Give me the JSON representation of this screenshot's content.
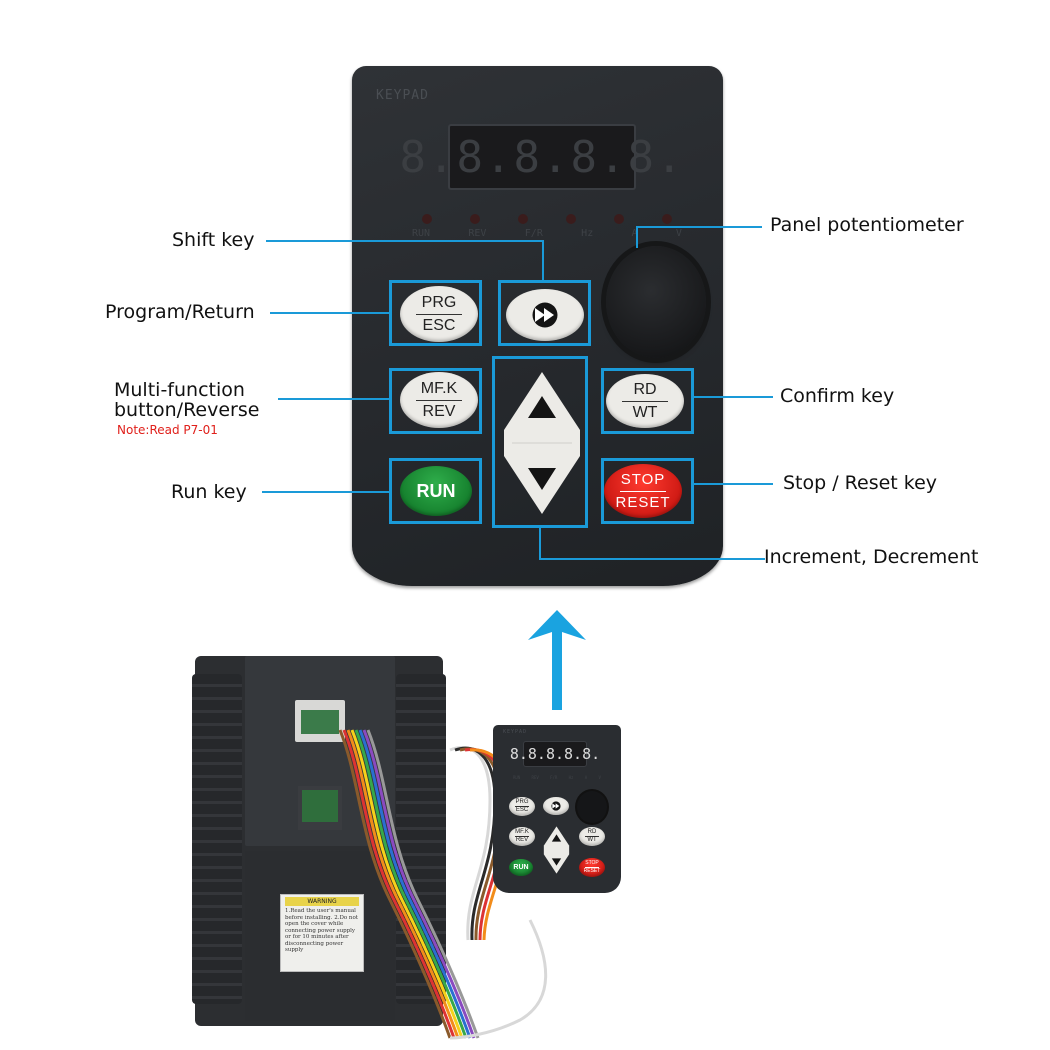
{
  "keypad": {
    "brand_label": "KEYPAD",
    "display_digits": "8.8.8.8.8.",
    "indicator_labels": [
      "RUN",
      "REV",
      "F/R",
      "Hz",
      "A",
      "V"
    ],
    "keys": {
      "prg_top": "PRG",
      "prg_bottom": "ESC",
      "mfk_top": "MF.K",
      "mfk_bottom": "REV",
      "rd_top": "RD",
      "rd_bottom": "WT",
      "run": "RUN",
      "stop_top": "STOP",
      "stop_bottom": "RESET"
    }
  },
  "callouts": {
    "shift_key": "Shift key",
    "panel_potentiometer": "Panel potentiometer",
    "program_return": "Program/Return",
    "multi_function_line1": "Multi-function",
    "multi_function_line2": "button/Reverse",
    "multi_function_note": "Note:Read P7-01",
    "confirm_key": "Confirm key",
    "run_key": "Run key",
    "stop_reset_key": "Stop / Reset key",
    "increment_decrement": "Increment, Decrement"
  },
  "warning_label": {
    "title": "WARNING",
    "text": "1.Read the user's manual before installing. 2.Do not open the cover while connecting power supply or for 10 minutes after disconnecting power supply"
  },
  "colors": {
    "callout_line": "#1a9ad8",
    "note_text": "#e0201b",
    "run_key": "#1f9a3b",
    "stop_key": "#e8231c",
    "panel": "#2a2d31"
  }
}
